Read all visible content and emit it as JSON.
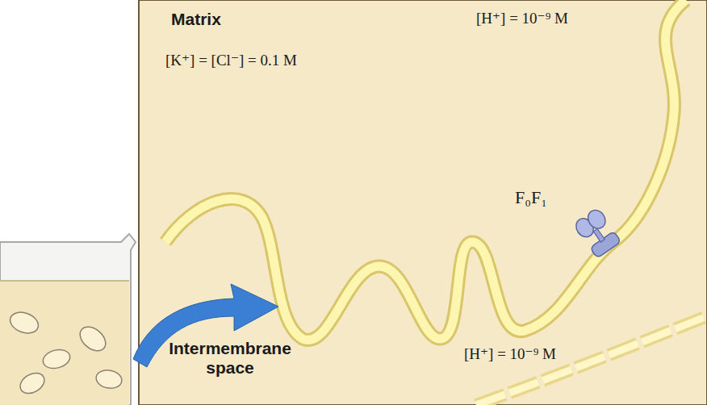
{
  "diagram": {
    "labels": [
      "Matrix",
      "[H⁺] = 10⁻⁹ M",
      "[K⁺] = [Cl⁻] = 0.1 M",
      "F₀F₁",
      "[H⁺] = 10⁻⁹ M",
      "Intermembrane space"
    ]
  }
}
